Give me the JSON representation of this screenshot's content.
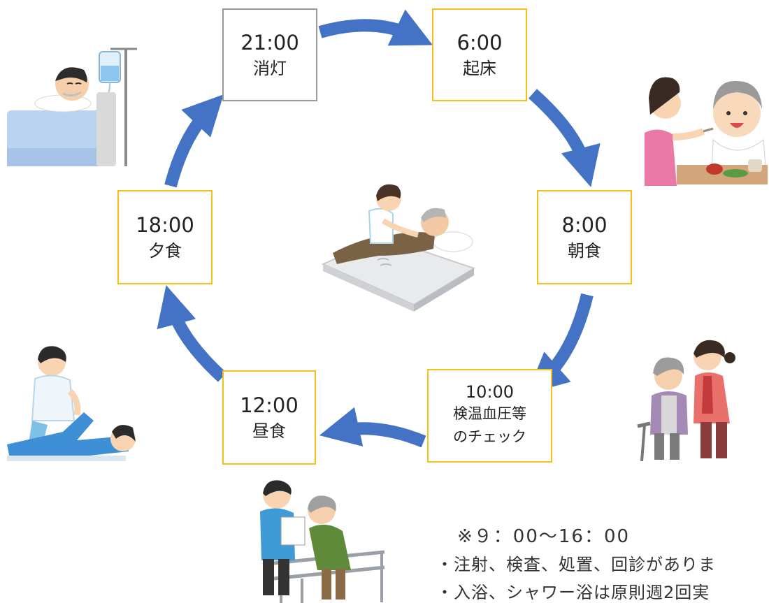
{
  "schedule": [
    {
      "time": "21:00",
      "label": "消灯"
    },
    {
      "time": "6:00",
      "label": "起床"
    },
    {
      "time": "8:00",
      "label": "朝食"
    },
    {
      "time": "10:00",
      "label": "検温血圧等のチェック",
      "label_line1": "検温血圧等",
      "label_line2": "のチェック"
    },
    {
      "time": "12:00",
      "label": "昼食"
    },
    {
      "time": "18:00",
      "label": "夕食"
    }
  ],
  "note": {
    "heading": "※９：00〜16：00",
    "line1": "・注射、検査、処置、回診がありま",
    "line2": "・入浴、シャワー浴は原則週2回実"
  },
  "colors": {
    "arrow": "#4472C4",
    "box_border": "#F5C118",
    "box_border_lights_out": "#9a9a9a"
  },
  "illustrations": [
    "patient-with-iv-drip-icon",
    "caregiver-feeding-elderly-icon",
    "nurse-helping-patient-in-bed-icon",
    "caregiver-walking-elderly-icon",
    "therapist-stretching-patient-icon",
    "rehab-walking-parallel-bars-icon"
  ]
}
